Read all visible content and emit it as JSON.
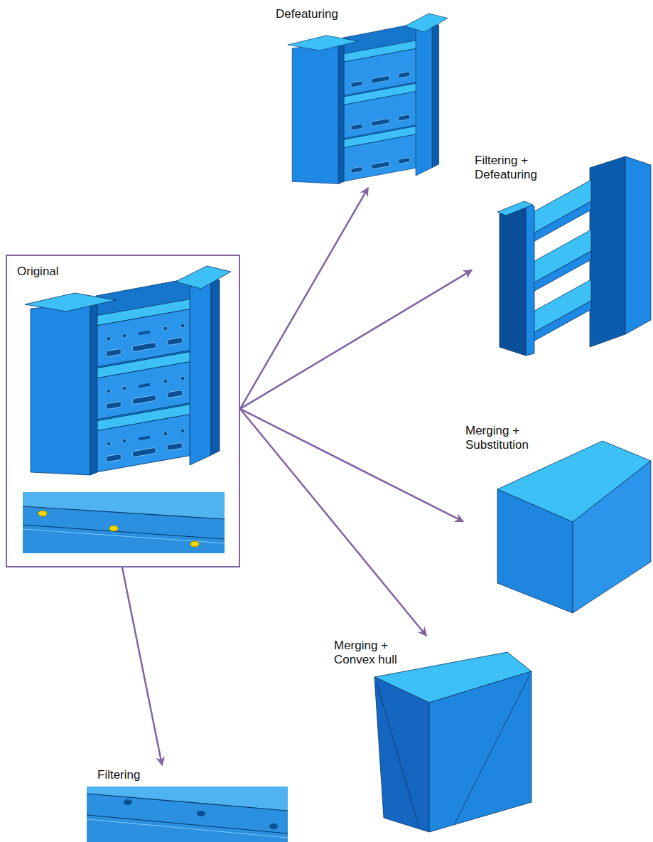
{
  "diagram": {
    "nodes": [
      {
        "text": [
          "Defeaturing"
        ]
      },
      {
        "text": [
          "Filtering + Defeaturing"
        ]
      },
      {
        "text": [
          "Original"
        ]
      },
      {
        "text": [
          "Merging + Substitution"
        ]
      },
      {
        "text": [
          "Merging + Convex hull"
        ]
      },
      {
        "text": [
          "Filtering"
        ]
      }
    ],
    "edges": [
      {
        "from": 2,
        "to": 0,
        "arrow": "to"
      },
      {
        "from": 2,
        "to": 1,
        "arrow": "to"
      },
      {
        "from": 2,
        "to": 3,
        "arrow": "to"
      },
      {
        "from": 2,
        "to": 4,
        "arrow": "to"
      },
      {
        "from": 2,
        "to": 5,
        "arrow": "to"
      }
    ]
  }
}
